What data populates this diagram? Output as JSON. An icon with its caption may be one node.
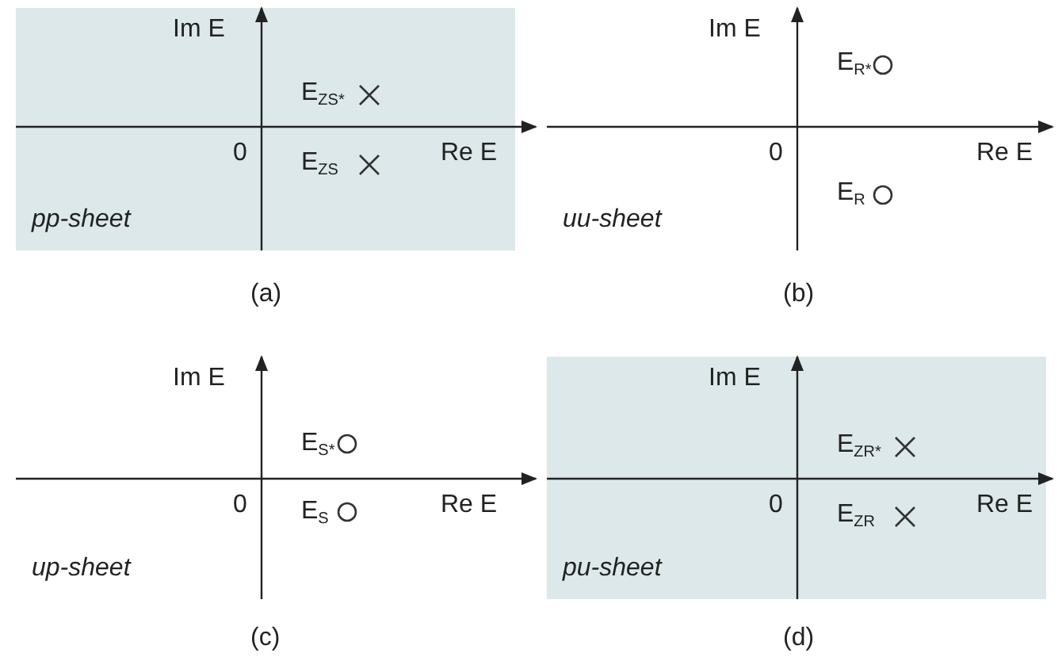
{
  "diagram": {
    "labels": [
      "Im E",
      "E$_{ZS*}$",
      "0",
      "Re E",
      "E$_{ZS}$",
      "pp-sheet",
      "(a)",
      "Im E",
      "E$_{R*}$",
      "0",
      "Re E",
      "E$_{R}$",
      "uu-sheet",
      "(b)",
      "Im E",
      "E$_{S*}$",
      "0",
      "E$_{S}$",
      "Re E",
      "up-sheet",
      "(c)",
      "Im E",
      "E$_{ZR*}$",
      "0",
      "Re E",
      "E$_{ZR}$",
      "pu-sheet",
      "(d)"
    ]
  }
}
